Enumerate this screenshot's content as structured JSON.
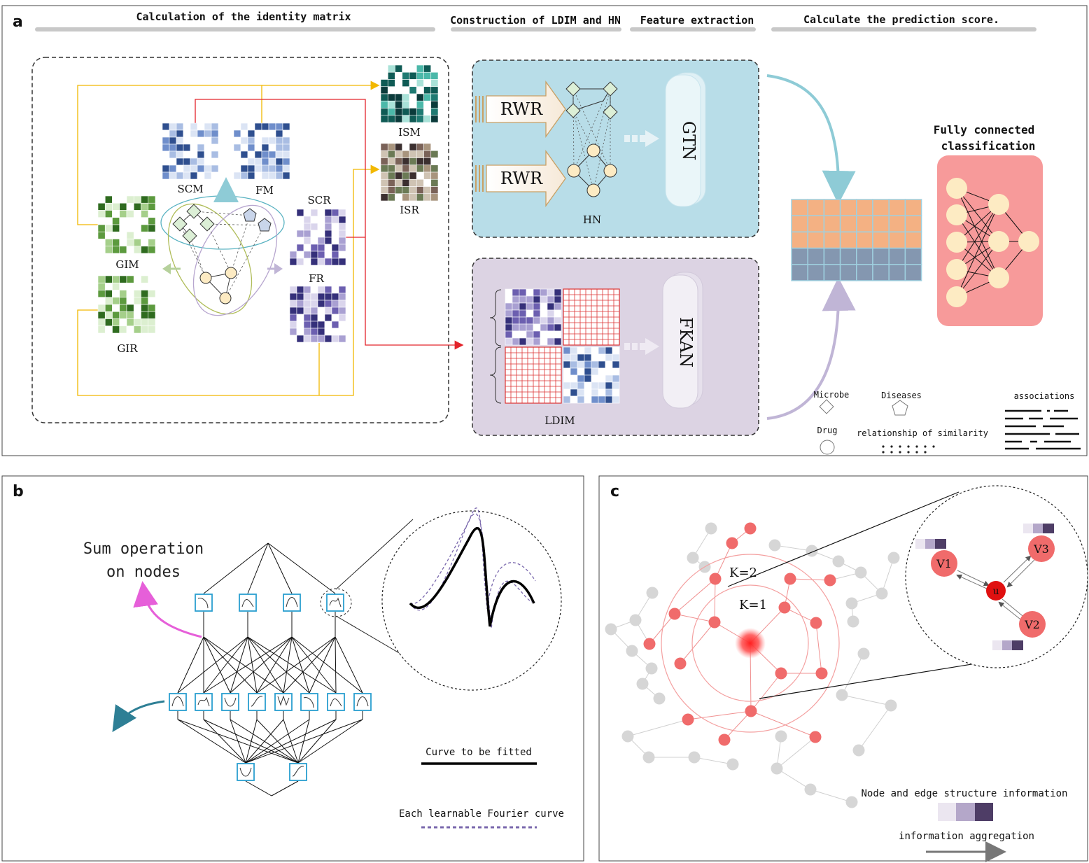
{
  "panels": {
    "a": {
      "letter": "a",
      "headers": {
        "identity": "Calculation of the identity matrix",
        "ldim_hn": "Construction of LDIM and HN",
        "feature": "Feature extraction",
        "prediction": "Calculate the prediction score."
      },
      "matrices": {
        "scm": "SCM",
        "fm": "FM",
        "ism": "ISM",
        "isr": "ISR",
        "gim": "GIM",
        "gir": "GIR",
        "scr": "SCR",
        "fr": "FR"
      },
      "rwr_top": "RWR",
      "rwr_bottom": "RWR",
      "hn": "HN",
      "gtn": "GTN",
      "fkan": "FKAN",
      "ldim": "LDIM",
      "fc_line1": "Fully connected",
      "fc_line2": "classification",
      "legend": {
        "microbe": "Microbe",
        "diseases": "Diseases",
        "drug": "Drug",
        "similarity": "relationship of similarity",
        "associations": "associations"
      },
      "colors": {
        "teal_arrow": "#8ecbd6",
        "purple_arrow": "#c0b5d6",
        "orange_cell": "#f4b183",
        "slate_cell": "#8497b0",
        "fc_bg": "#f79a9a",
        "neuron": "#fdebc3",
        "hn_bg": "#b8dde8",
        "ldim_bg": "#dcd3e3"
      }
    },
    "b": {
      "letter": "b",
      "sum_line1": "Sum operation",
      "sum_line2": "on nodes",
      "curve_label": "Curve to be fitted",
      "fourier_label": "Each learnable Fourier curve",
      "colors": {
        "magenta_arrow": "#e65fd9",
        "teal_arrow": "#2e7f95",
        "box": "#2a9fd0"
      }
    },
    "c": {
      "letter": "c",
      "k2": "K=2",
      "k1": "K=1",
      "v1": "V1",
      "v2": "V2",
      "v3": "V3",
      "u": "u",
      "node_edge_info": "Node and edge structure information",
      "info_agg": "information aggregation",
      "colors": {
        "red_node": "#f06b6b",
        "gray_node": "#d6d6d6",
        "center": "#e02020"
      }
    }
  }
}
